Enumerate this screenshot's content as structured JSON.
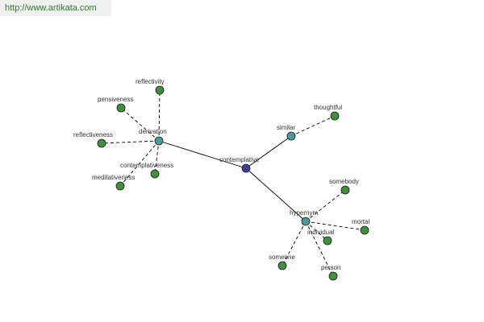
{
  "header": {
    "url": "http://www.artikata.com"
  },
  "colors": {
    "center": "#3f3f8f",
    "relation": "#4a9a9a",
    "leaf": "#3f8f3f",
    "edge": "#000000"
  },
  "graph": {
    "center": {
      "label": "contemplative"
    },
    "relations": [
      {
        "id": "derivation",
        "label": "derivation",
        "leaves": [
          "reflectivity",
          "pensiveness",
          "reflectiveness",
          "contemplativeness",
          "meditativeness"
        ]
      },
      {
        "id": "similar",
        "label": "similar",
        "leaves": [
          "thoughtful"
        ]
      },
      {
        "id": "hypernym",
        "label": "hypernym",
        "leaves": [
          "somebody",
          "mortal",
          "individual",
          "person",
          "someone"
        ]
      }
    ]
  }
}
